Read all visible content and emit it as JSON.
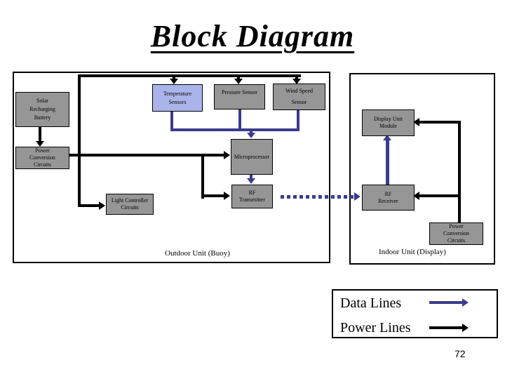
{
  "title": "Block Diagram",
  "page_number": "72",
  "outdoor": {
    "label": "Outdoor Unit (Buoy)",
    "boxes": {
      "solar": {
        "line1": "Solar",
        "line2": "Recharging",
        "line3": "Battery"
      },
      "power_conversion": {
        "line1": "Power",
        "line2": "Conversion",
        "line3": "Circuits"
      },
      "temperature": {
        "line1": "Temperature",
        "line2": "Sensors"
      },
      "pressure": {
        "line1": "Pressure Sensor"
      },
      "wind": {
        "line1": "Wind Speed",
        "line2": "Sensor"
      },
      "microprocessor": {
        "line1": "Microprocessor"
      },
      "rf_transmitter": {
        "line1": "RF",
        "line2": "Transmitter"
      },
      "light_controller": {
        "line1": "Light Controller",
        "line2": "Circuits"
      }
    }
  },
  "indoor": {
    "label": "Indoor Unit (Display)",
    "boxes": {
      "display_unit": {
        "line1": "Display Unit",
        "line2": "Module"
      },
      "rf_receiver": {
        "line1": "RF",
        "line2": "Receiver"
      },
      "power_conversion": {
        "line1": "Power",
        "line2": "Conversion",
        "line3": "Circuits"
      }
    }
  },
  "legend": {
    "data_label": "Data Lines",
    "power_label": "Power Lines"
  },
  "colors": {
    "box_gray": "#969696",
    "box_blue": "#aab4ea",
    "data_line_blue": "#3b3b8c",
    "power_line_black": "#000000"
  }
}
